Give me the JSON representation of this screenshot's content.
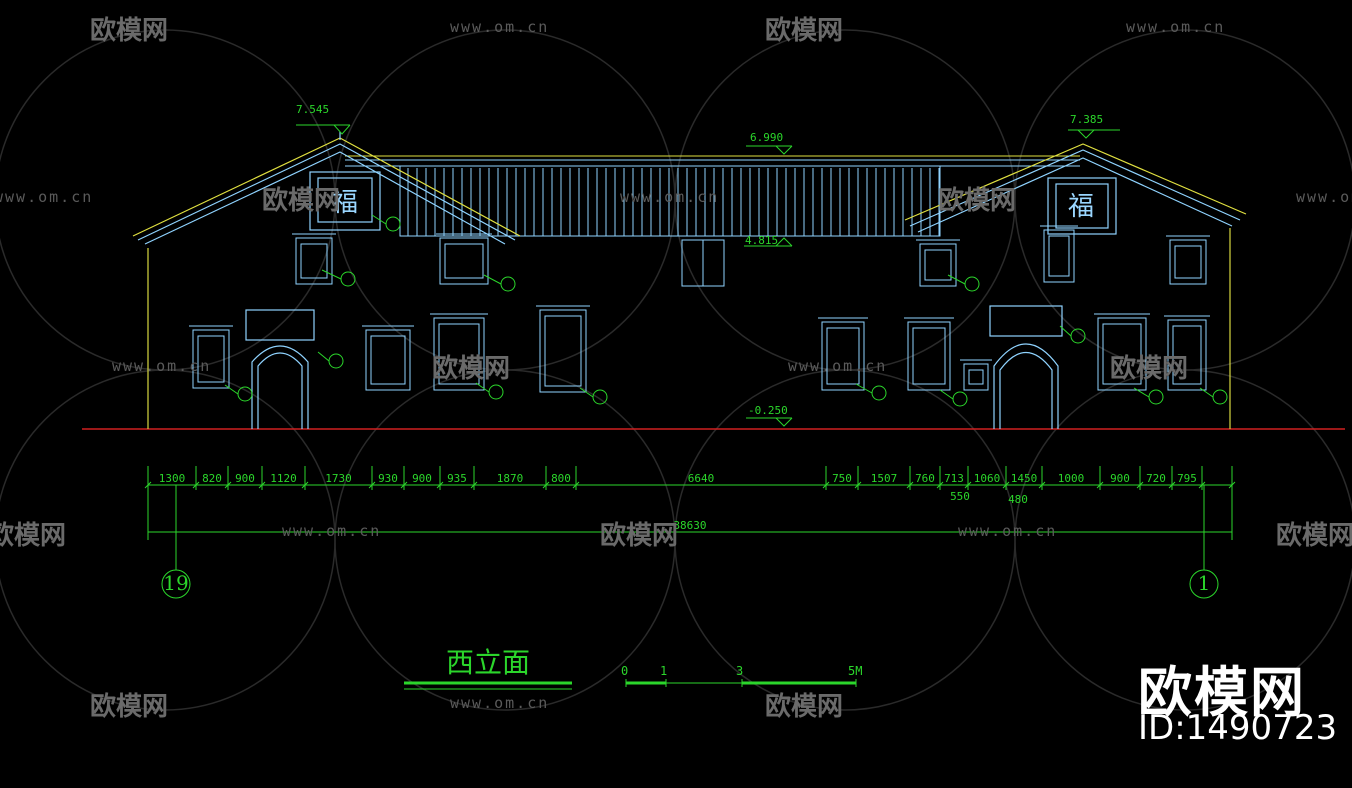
{
  "drawing": {
    "title": "西立面",
    "total_dimension": "38630",
    "axis_labels": [
      "19",
      "1"
    ],
    "dimensions_main": [
      "1300",
      "820",
      "900",
      "1120",
      "1730",
      "930",
      "900",
      "935",
      "1870",
      "800",
      "6640",
      "750",
      "1507",
      "760",
      "713",
      "1060",
      "1450",
      "1000",
      "900",
      "720",
      "795"
    ],
    "dimensions_sub": [
      "550",
      "480"
    ],
    "elevations": [
      "7.545",
      "6.990",
      "7.385",
      "4.815",
      "-0.250"
    ],
    "scale_labels": [
      "0",
      "1",
      "3",
      "5M"
    ],
    "ornament_char": "福"
  },
  "watermark": {
    "logo_text": "欧模网",
    "url_text": "www.om.cn"
  },
  "brand": {
    "name": "欧模网",
    "id": "ID:1490723"
  },
  "colors": {
    "background": "#000000",
    "line_cyan": "#8fd3ff",
    "dim_green": "#2bd62b",
    "ground_red": "#d02020",
    "roof_yellow": "#e0e040",
    "watermark_gray": "#5a5a5a"
  }
}
